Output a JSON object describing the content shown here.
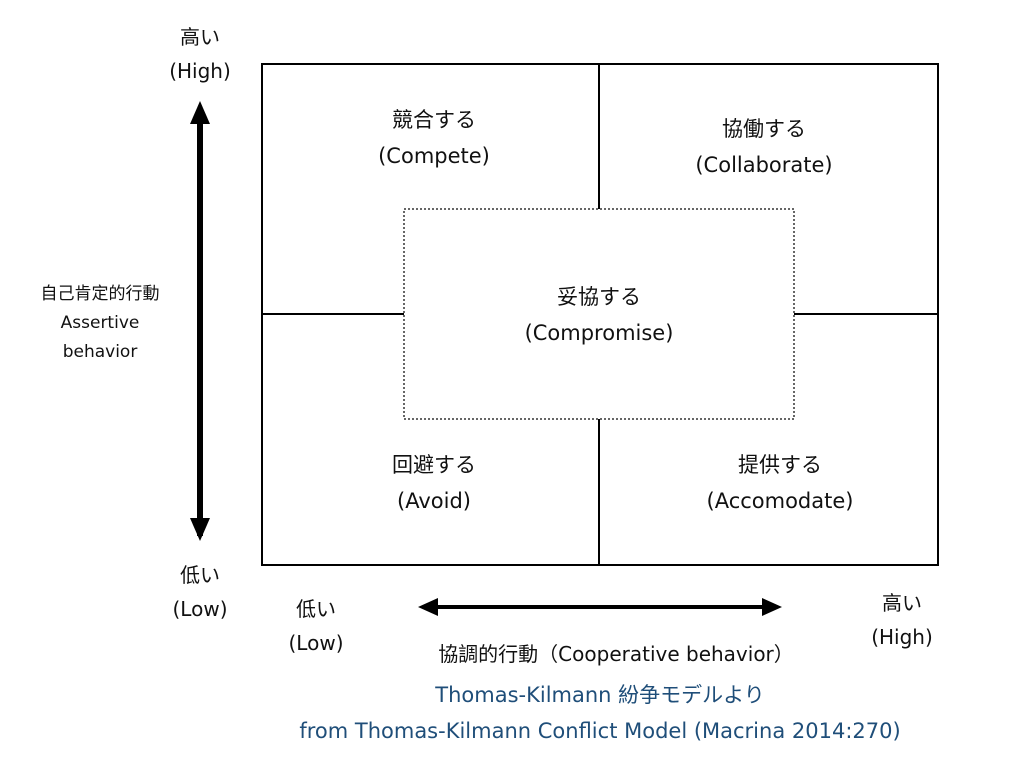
{
  "y_axis": {
    "high": {
      "jp": "高い",
      "en": "(High)"
    },
    "low": {
      "jp": "低い",
      "en": "(Low)"
    },
    "title": {
      "jp": "自己肯定的行動",
      "en_line1": "Assertive",
      "en_line2": "behavior"
    }
  },
  "x_axis": {
    "low": {
      "jp": "低い",
      "en": "(Low)"
    },
    "high": {
      "jp": "高い",
      "en": "(High)"
    },
    "title": "協調的行動（Cooperative behavior）"
  },
  "quadrants": {
    "compete": {
      "jp": "競合する",
      "en": "(Compete)"
    },
    "collaborate": {
      "jp": "協働する",
      "en": "(Collaborate)"
    },
    "compromise": {
      "jp": "妥協する",
      "en": "(Compromise)"
    },
    "avoid": {
      "jp": "回避する",
      "en": "(Avoid)"
    },
    "accomodate": {
      "jp": "提供する",
      "en": "(Accomodate)"
    }
  },
  "caption": {
    "line1": "Thomas-Kilmann 紛争モデルより",
    "line2": "from Thomas-Kilmann Conflict Model (Macrina 2014:270)",
    "color": "#1f4e79"
  }
}
